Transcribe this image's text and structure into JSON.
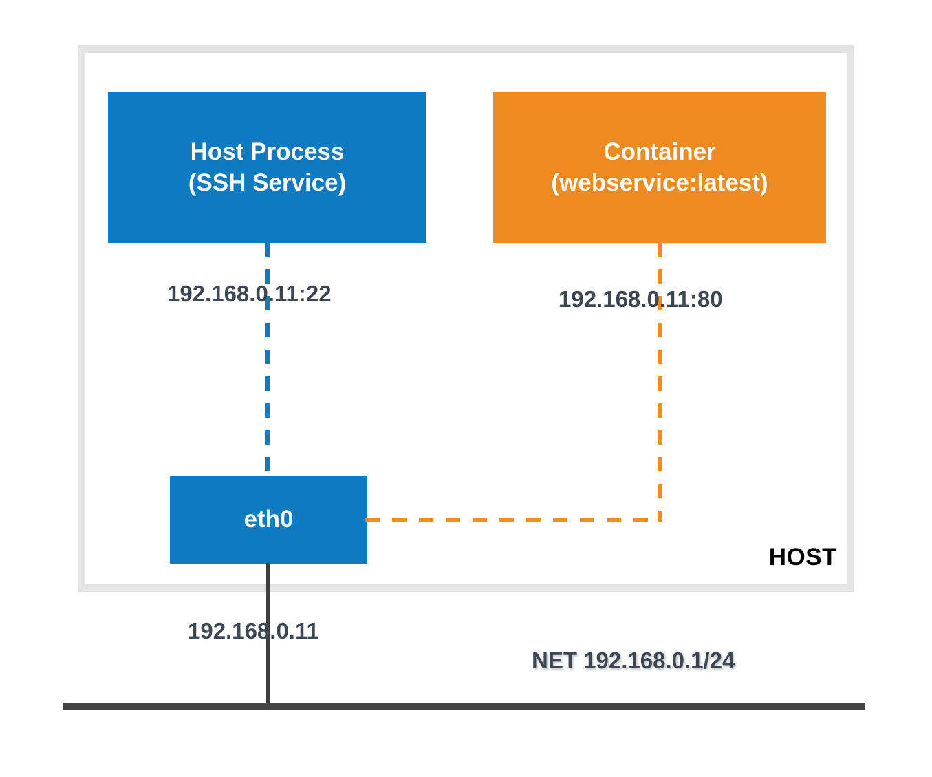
{
  "diagram": {
    "title": "Host networking diagram",
    "boundary": {
      "name": "HOST",
      "label": "HOST"
    },
    "nodes": [
      {
        "id": "host-process",
        "label": "Host Process\n(SSH Service)",
        "color": "#0e7ac0",
        "kind": "process"
      },
      {
        "id": "container",
        "label": "Container\n(webservice:latest)",
        "color": "#ed8b21",
        "kind": "container"
      },
      {
        "id": "eth0",
        "label": "eth0",
        "color": "#0e7ac0",
        "kind": "interface"
      }
    ],
    "edges": [
      {
        "id": "ssh-binding",
        "from": "host-process",
        "to": "eth0",
        "label": "192.168.0.11:22",
        "style": "dashed",
        "color": "#1779bd"
      },
      {
        "id": "web-binding",
        "from": "container",
        "to": "eth0",
        "label": "192.168.0.11:80",
        "style": "dashed",
        "color": "#ee8f22"
      },
      {
        "id": "uplink",
        "from": "eth0",
        "to": "network",
        "label": "192.168.0.11",
        "style": "solid",
        "color": "#3e3e3e"
      }
    ],
    "network": {
      "id": "network",
      "label": "NET 192.168.0.1/24",
      "color": "#444444"
    },
    "label_color": "#3d4651"
  }
}
